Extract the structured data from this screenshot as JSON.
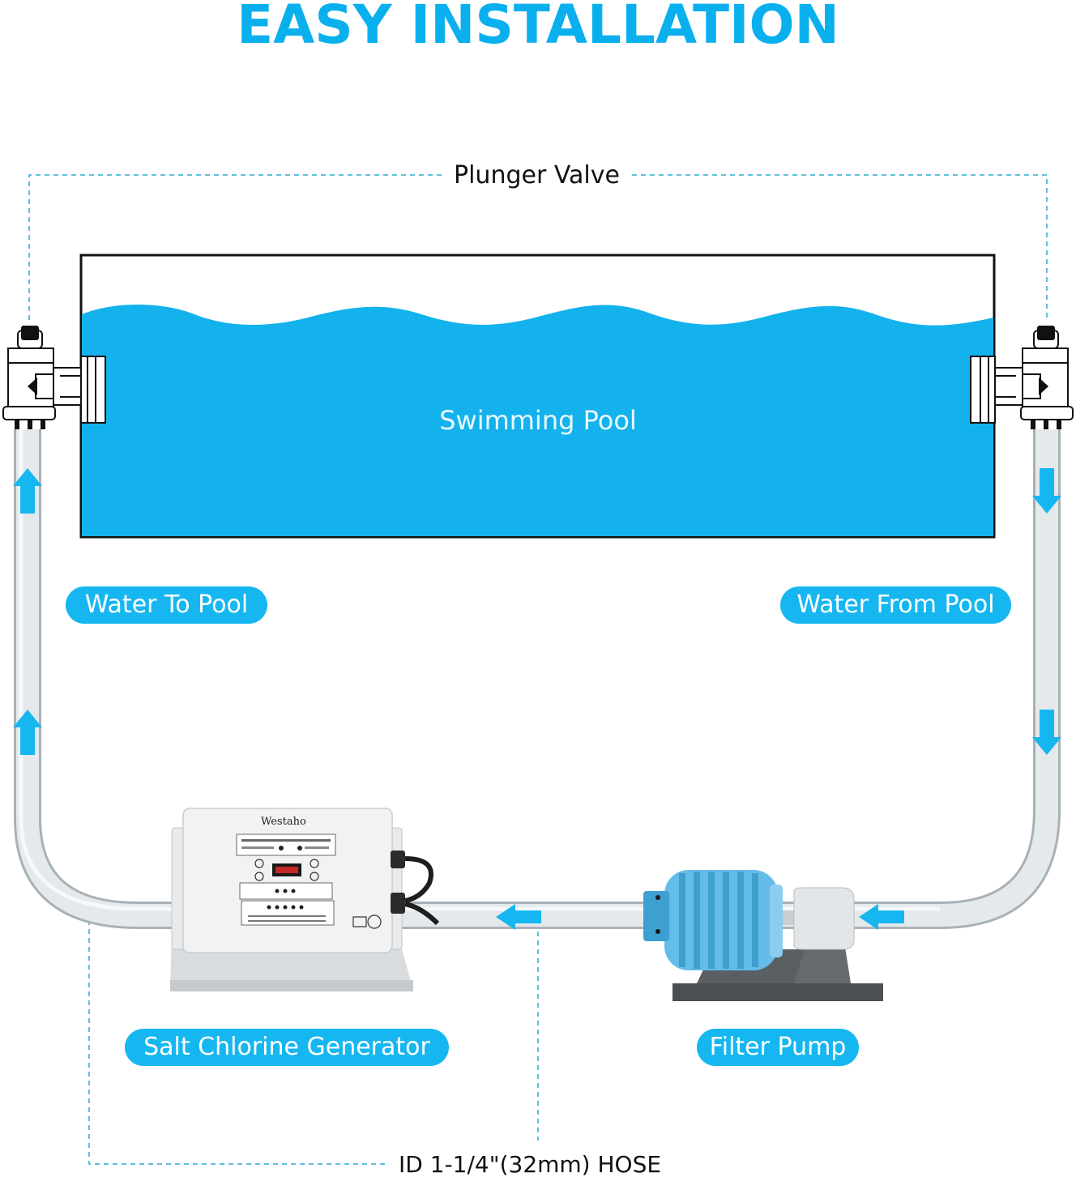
{
  "title": "EASY INSTALLATION",
  "labels": {
    "plunger_valve": "Plunger Valve",
    "swimming_pool": "Swimming Pool",
    "water_to_pool": "Water To Pool",
    "water_from_pool": "Water From Pool",
    "salt_chlorine_generator": "Salt Chlorine Generator",
    "filter_pump": "Filter Pump",
    "hose": "ID 1-1/4\"(32mm) HOSE"
  },
  "generator": {
    "brand": "Westaho"
  },
  "colors": {
    "accent": "#0ab0ee",
    "pool_water": "#14b2ec",
    "pipe": "#dde3e7",
    "pump_body": "#63bde8"
  },
  "icons": [
    "flow-arrow-up-icon",
    "flow-arrow-down-icon",
    "flow-arrow-left-icon",
    "plunger-valve-icon"
  ]
}
